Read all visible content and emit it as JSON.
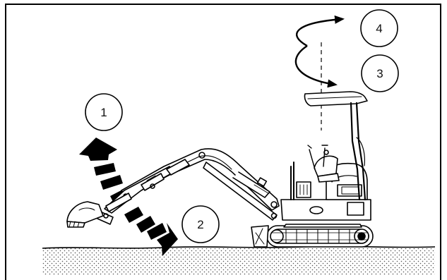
{
  "callouts": [
    {
      "id": "1",
      "label": "1"
    },
    {
      "id": "2",
      "label": "2"
    },
    {
      "id": "3",
      "label": "3"
    },
    {
      "id": "4",
      "label": "4"
    }
  ],
  "colors": {
    "line": "#000000",
    "background": "#ffffff",
    "ground_dots": "#555555"
  }
}
